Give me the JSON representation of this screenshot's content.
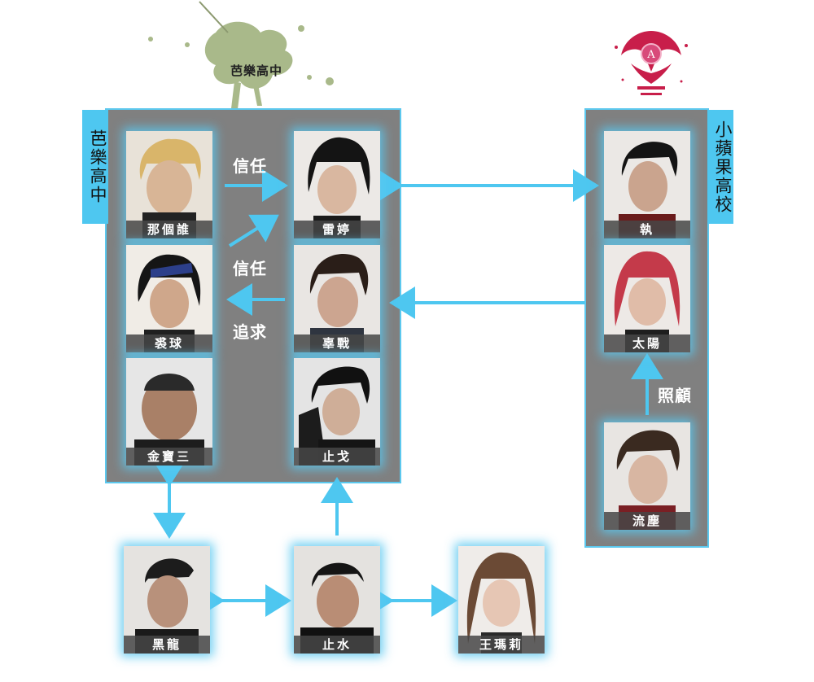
{
  "schools": {
    "left": {
      "name": "芭樂高中",
      "logo_text": "芭樂高中"
    },
    "right": {
      "name": "小蘋果高校"
    }
  },
  "characters": {
    "nagesui": "那個誰",
    "leiting": "雷婷",
    "xiuqiu": "裘球",
    "gaozhan": "辜戰",
    "jinbaosan": "金寶三",
    "zhige": "止戈",
    "zhi": "執",
    "taiyang": "太陽",
    "liuchen": "流塵",
    "heilong": "黑龍",
    "zhishui": "止水",
    "wangmali": "王瑪莉"
  },
  "relations": {
    "trust1": "信任",
    "trust2": "信任",
    "pursue": "追求",
    "care": "照顧"
  },
  "colors": {
    "accent": "#4ec7f0",
    "panel": "#808080",
    "arrow": "#4ec7f0"
  }
}
